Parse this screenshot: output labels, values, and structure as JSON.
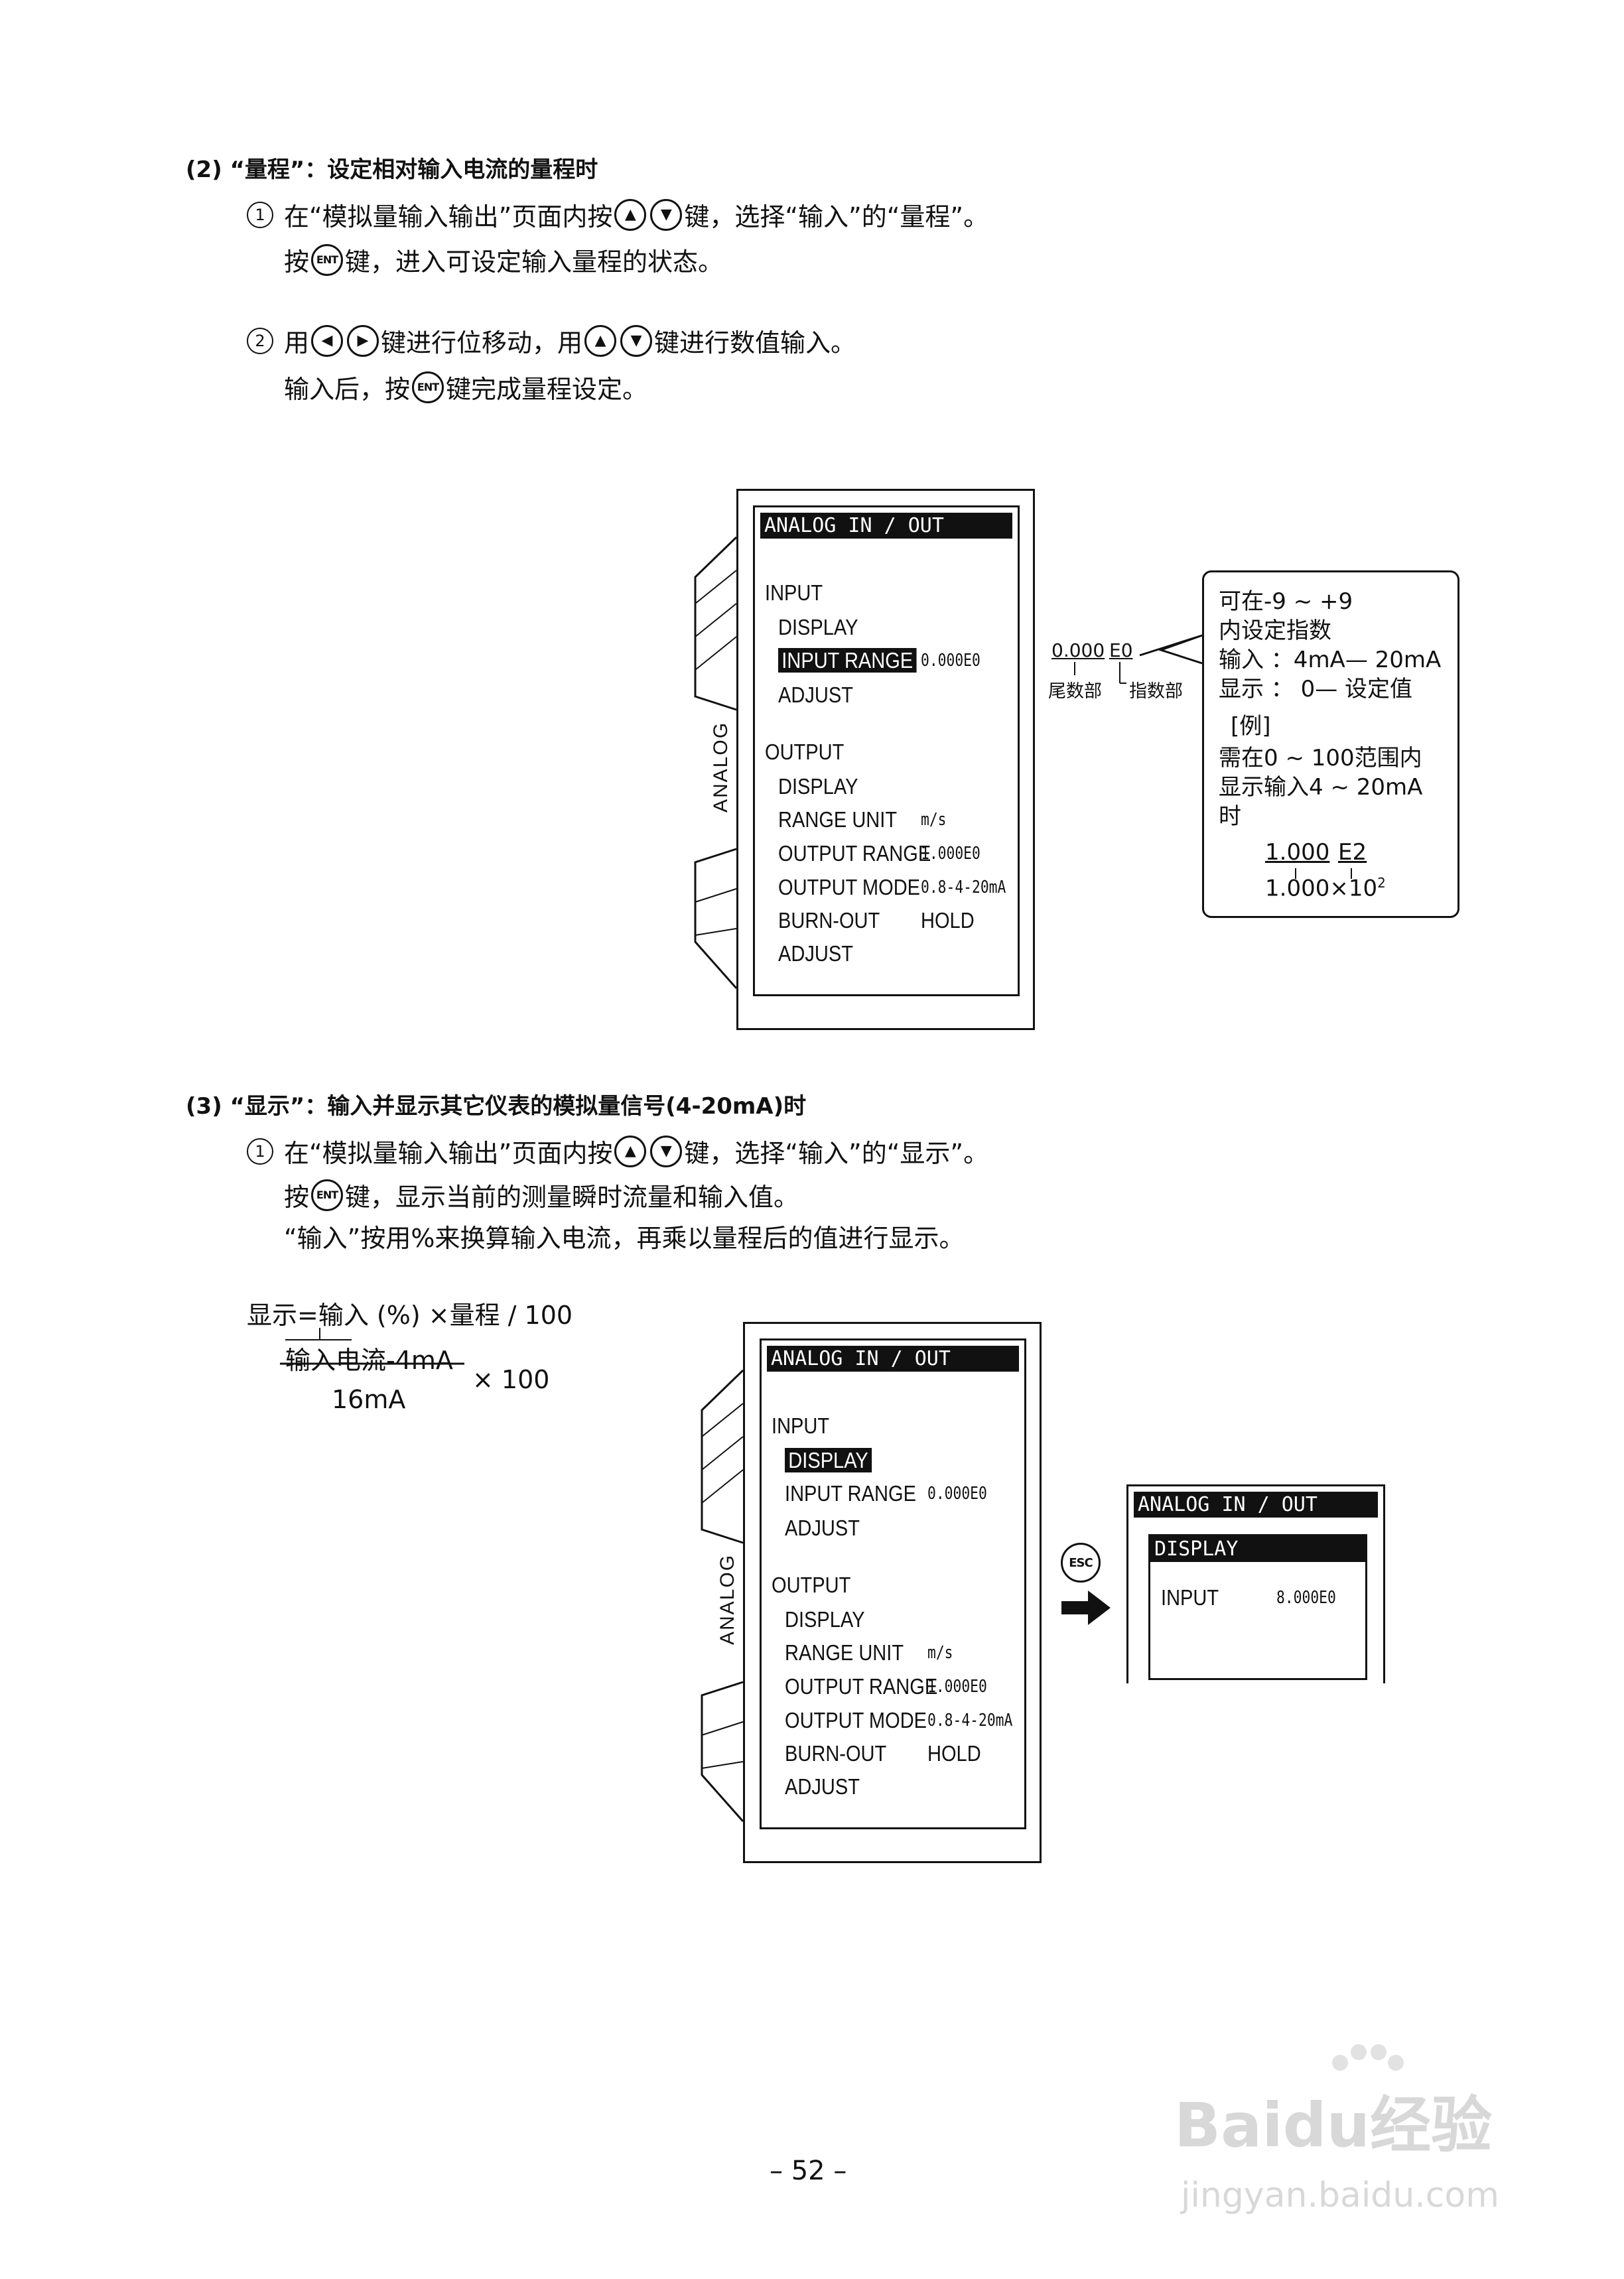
{
  "section2": {
    "heading": "(2)  “量程”：设定相对输入电流的量程时",
    "step1_num": "1",
    "step1_a": "在“模拟量输入输出”页面内按",
    "step1_b": "键，选择“输入”的“量程”。",
    "step1_c_pre": "按",
    "step1_c_post": "键，进入可设定输入量程的状态。",
    "step2_num": "2",
    "step2_a": "用",
    "step2_b": "键进行位移动，用",
    "step2_c": "键进行数值输入。",
    "step2_d_pre": "输入后，按",
    "step2_d_post": "键完成量程设定。"
  },
  "keys": {
    "up": "▲",
    "down": "▼",
    "left": "◀",
    "right": "▶",
    "ent": "ENT",
    "esc": "ESC"
  },
  "screen": {
    "title": "ANALOG IN / OUT",
    "side": "ANALOG",
    "input": "INPUT",
    "display": "DISPLAY",
    "input_range": "INPUT RANGE",
    "input_range_val": "0.000E0",
    "adjust": "ADJUST",
    "output": "OUTPUT",
    "range_unit": "RANGE UNIT",
    "range_unit_val": "m/s",
    "output_range": "OUTPUT RANGE",
    "output_range_val": "1.000E0",
    "output_mode": "OUTPUT MODE",
    "output_mode_val": "0.8-4-20mA",
    "burn_out": "BURN-OUT",
    "burn_out_val": "HOLD"
  },
  "exponent": {
    "mantissa": "0.000",
    "exp": "E0",
    "mantissa_label": "尾数部",
    "exp_label": "指数部"
  },
  "note": {
    "l1": "可在-9 ~ +9",
    "l2": "内设定指数",
    "l3": "输入 ：4mA— 20mA",
    "l4": "显示 ：     0— 设定值",
    "l5": "[例]",
    "l6": "需在0 ~ 100范围内",
    "l7": "显示输入4 ~ 20mA",
    "l8": "时",
    "ex_mant": "1.000",
    "ex_exp": "E2",
    "ex_result": "1.000×10",
    "ex_sup": "2"
  },
  "section3": {
    "heading": "(3)  “显示”：输入并显示其它仪表的模拟量信号(4-20mA)时",
    "step1_num": "1",
    "step1_a": "在“模拟量输入输出”页面内按",
    "step1_b": "键，选择“输入”的“显示”。",
    "step1_c_pre": "按",
    "step1_c_post": "键，显示当前的测量瞬时流量和输入值。",
    "step1_d": "“输入”按用%来换算输入电流，再乘以量程后的值进行显示。"
  },
  "formula": {
    "line1": "显示=输入 (%) ×量程 / 100",
    "numerator": "输入电流-4mA",
    "denominator": "16mA",
    "times": "× 100"
  },
  "result_screen": {
    "title": "ANALOG IN / OUT",
    "header": "DISPLAY",
    "label": "INPUT",
    "value": "8.000E0"
  },
  "footer": {
    "page": "–  52  –"
  },
  "watermark": {
    "brand": "Baidu经验",
    "url": "jingyan.baidu.com"
  }
}
